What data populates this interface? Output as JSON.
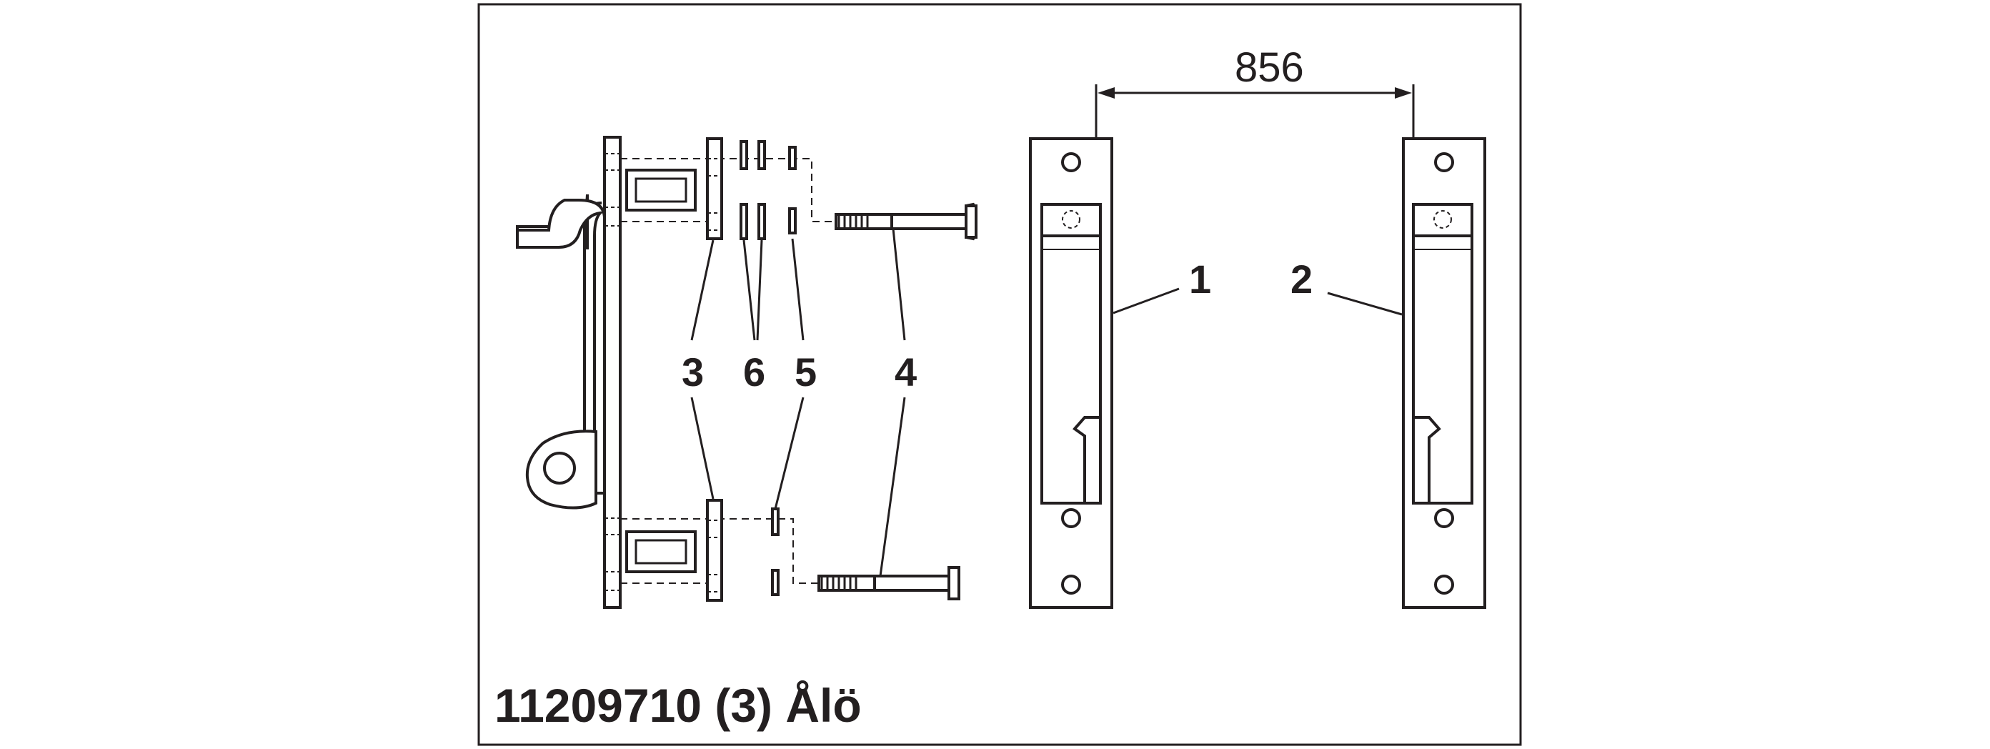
{
  "caption": "11209710 (3) Ålö",
  "dimension": {
    "value": "856"
  },
  "callouts": {
    "part1": "1",
    "part2": "2",
    "part3": "3",
    "part4": "4",
    "part5": "5",
    "part6": "6"
  }
}
